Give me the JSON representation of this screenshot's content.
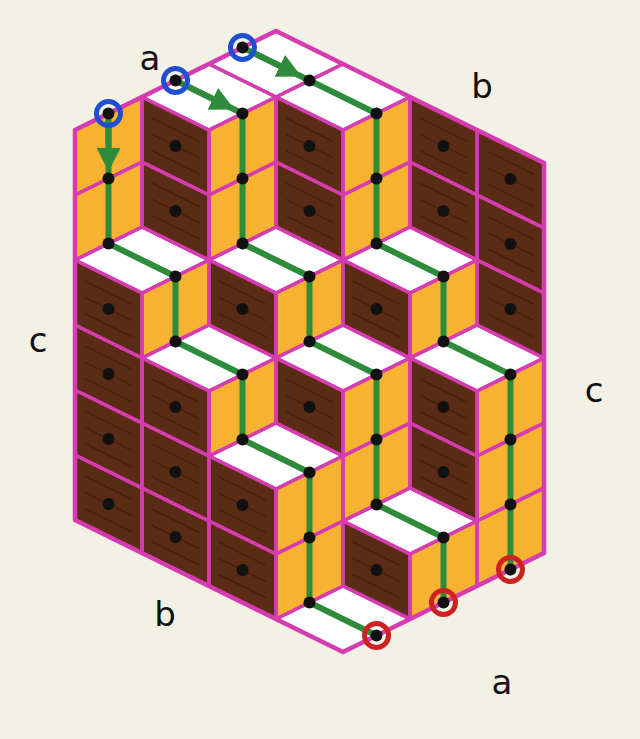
{
  "diagram": {
    "labels": [
      "a",
      "b",
      "c",
      "c",
      "b",
      "a"
    ]
  }
}
